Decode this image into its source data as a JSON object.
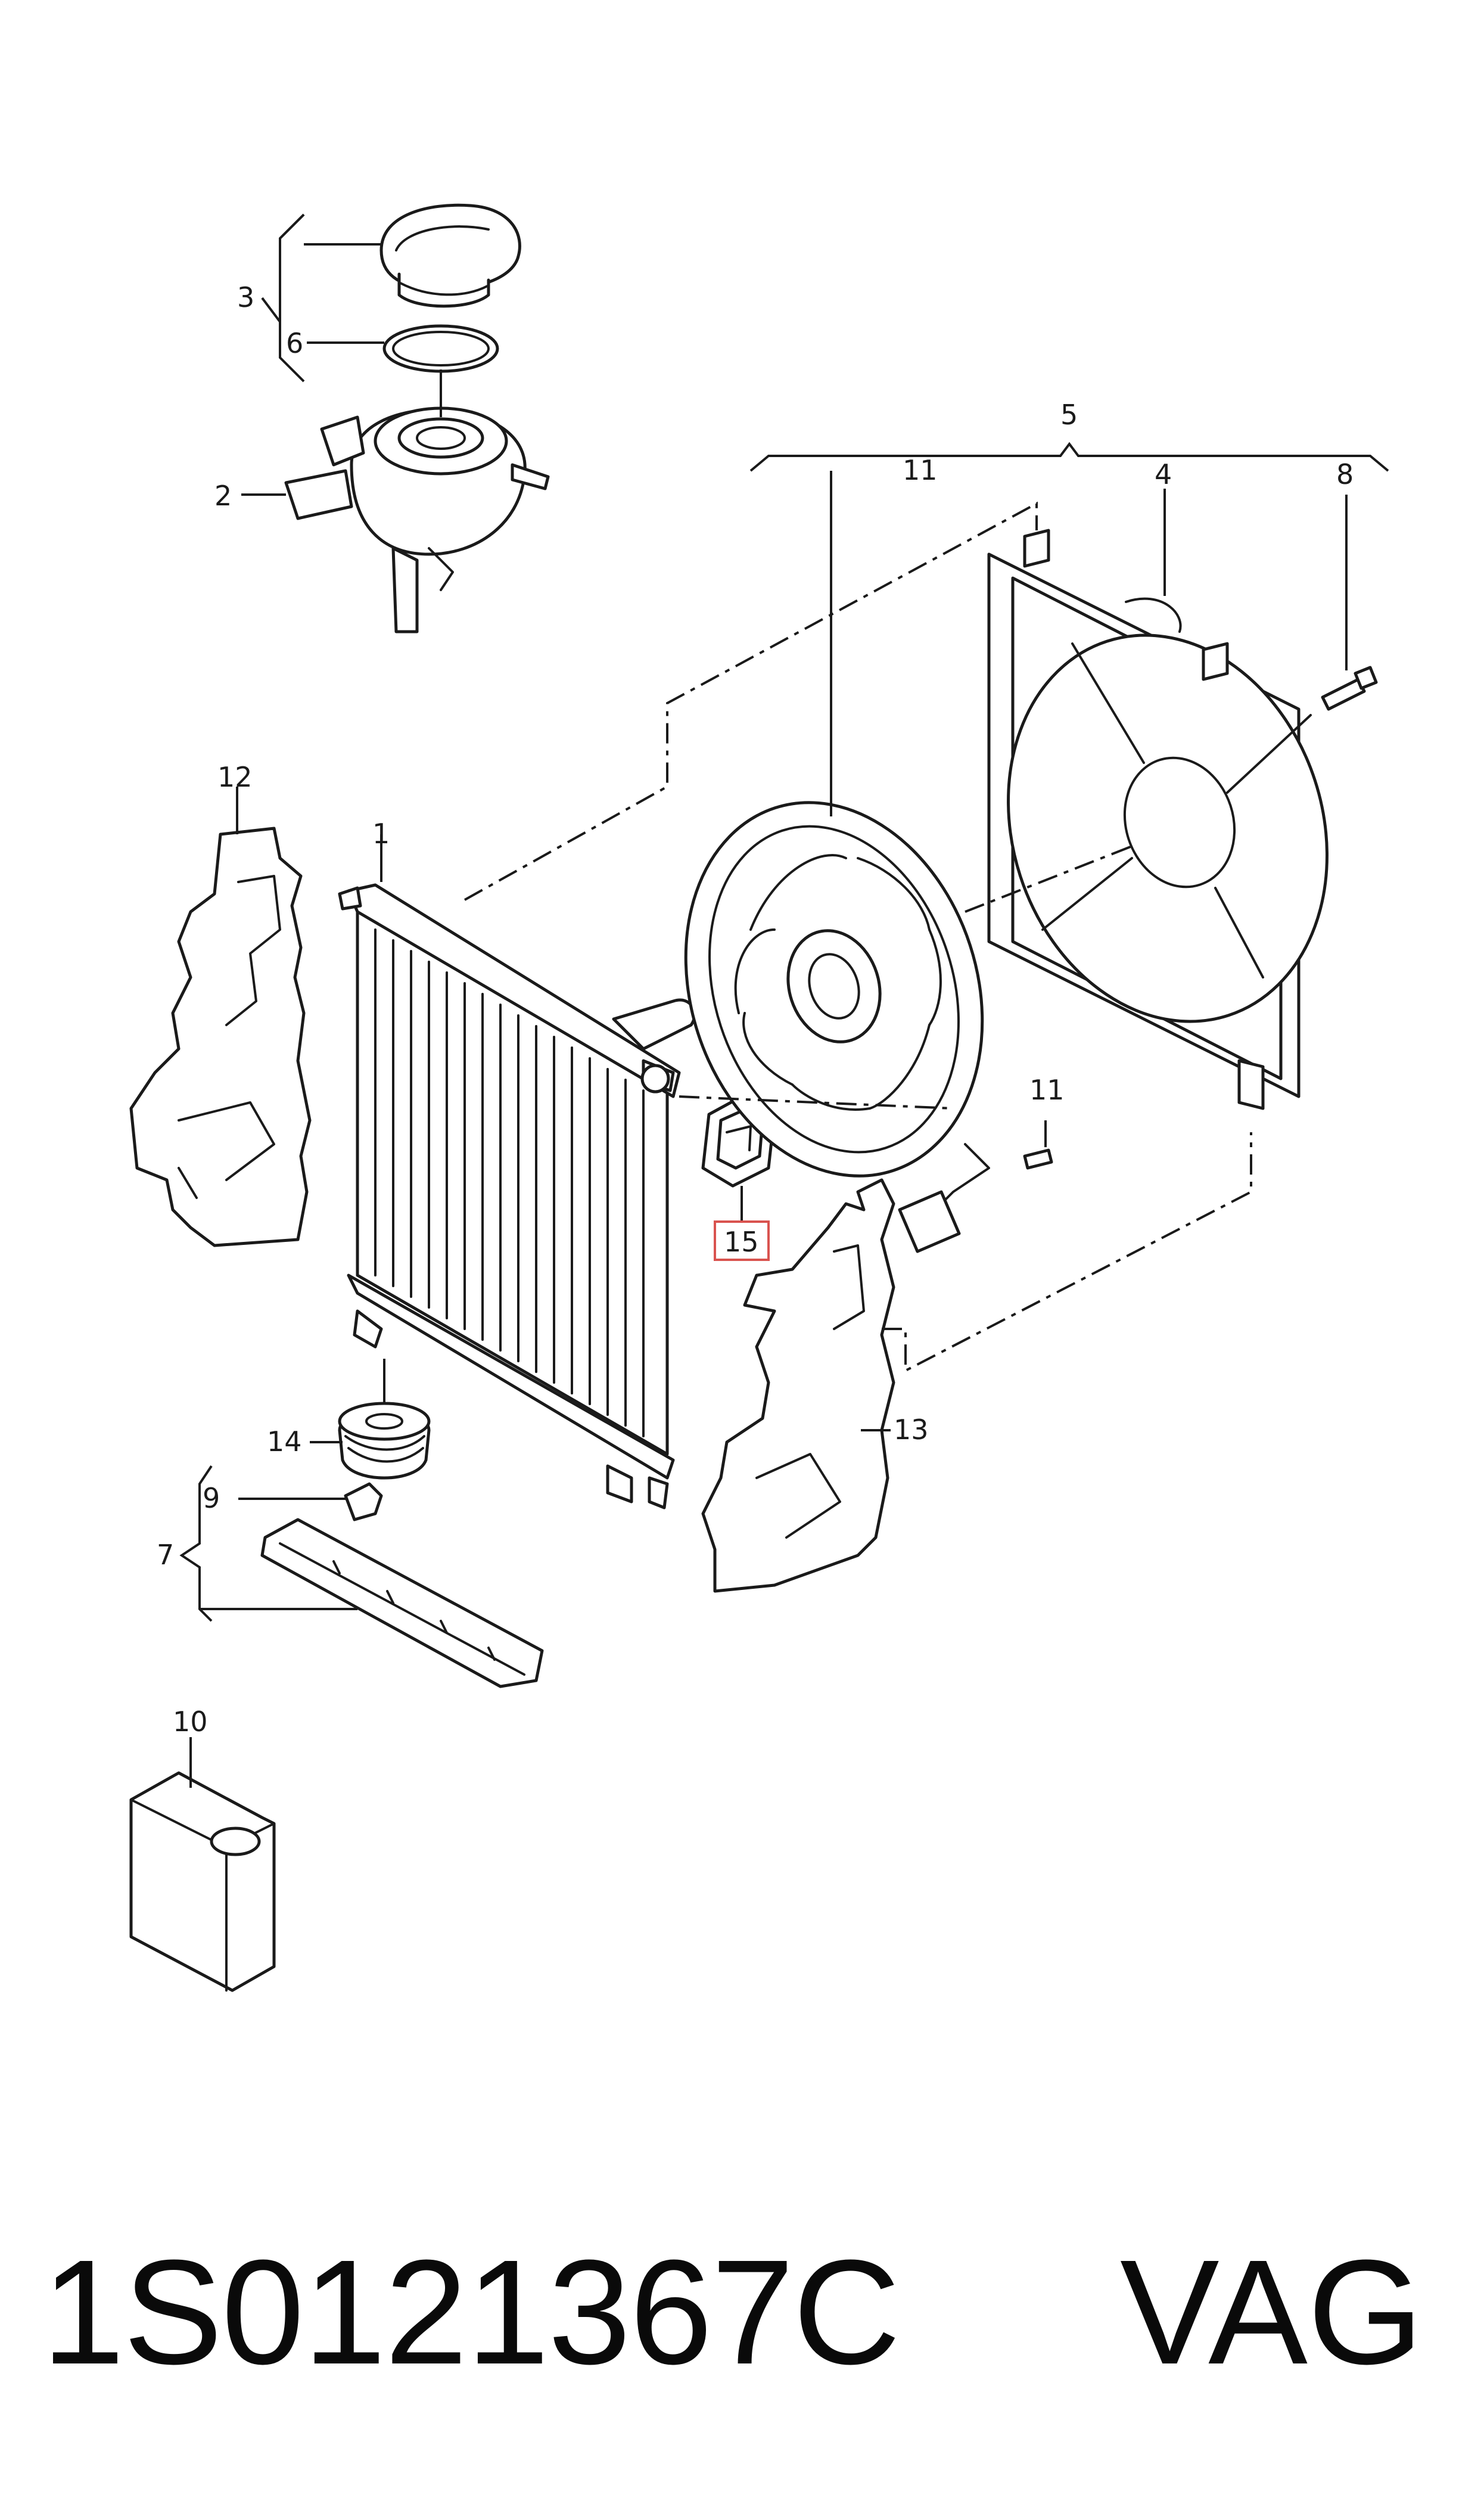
{
  "callouts": {
    "c1": "1",
    "c2": "2",
    "c3": "3",
    "c4": "4",
    "c5": "5",
    "c6": "6",
    "c7": "7",
    "c8": "8",
    "c9": "9",
    "c10": "10",
    "c11_top": "11",
    "c11_bolt": "11",
    "c12": "12",
    "c13": "13",
    "c14": "14",
    "c15": "15"
  },
  "highlighted_callout": "15",
  "colors": {
    "line": "#1a1a1a",
    "highlight": "#d9534f",
    "background": "#ffffff"
  },
  "footer": {
    "part_number": "1S0121367C",
    "brand": "VAG"
  }
}
